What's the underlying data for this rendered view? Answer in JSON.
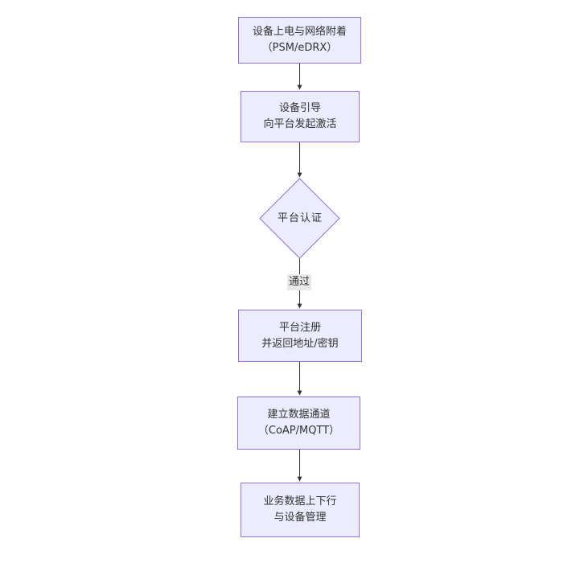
{
  "diagram": {
    "type": "flowchart",
    "direction": "top-to-bottom",
    "background": "#ffffff",
    "colors": {
      "node_fill": "#ECECFF",
      "node_border": "#9370DB",
      "edge_line": "#333333",
      "text": "#333333",
      "edge_label_bg": "#e8e8e8"
    },
    "nodes": [
      {
        "id": "power-attach",
        "shape": "rect",
        "lines": [
          "设备上电与网络附着",
          "（PSM/eDRX）"
        ]
      },
      {
        "id": "bootstrap",
        "shape": "rect",
        "lines": [
          "设备引导",
          "向平台发起激活"
        ]
      },
      {
        "id": "platform-auth",
        "shape": "diamond",
        "lines": [
          "平台认证"
        ]
      },
      {
        "id": "platform-register",
        "shape": "rect",
        "lines": [
          "平台注册",
          "并返回地址/密钥"
        ]
      },
      {
        "id": "data-channel",
        "shape": "rect",
        "lines": [
          "建立数据通道",
          "（CoAP/MQTT）"
        ]
      },
      {
        "id": "business-ops",
        "shape": "rect",
        "lines": [
          "业务数据上下行",
          "与设备管理"
        ]
      }
    ],
    "edges": [
      {
        "from": "power-attach",
        "to": "bootstrap",
        "label": ""
      },
      {
        "from": "bootstrap",
        "to": "platform-auth",
        "label": ""
      },
      {
        "from": "platform-auth",
        "to": "platform-register",
        "label": "通过"
      },
      {
        "from": "platform-register",
        "to": "data-channel",
        "label": ""
      },
      {
        "from": "data-channel",
        "to": "business-ops",
        "label": ""
      }
    ]
  }
}
